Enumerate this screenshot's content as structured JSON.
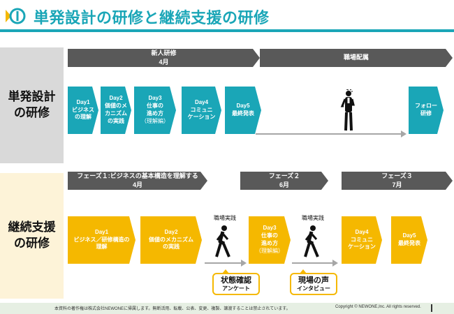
{
  "title": "単発設計の研修と継続支援の研修",
  "section1": {
    "label_line1": "単発設計",
    "label_line2": "の研修",
    "bar_new_line1": "新人研修",
    "bar_new_line2": "4月",
    "bar_field": "職場配属",
    "days": [
      {
        "line1": "Day1",
        "line2": "ビジネス",
        "line3": "の理解"
      },
      {
        "line1": "Day2",
        "line2": "価値のメ",
        "line3": "カニズム",
        "line4": "の実践"
      },
      {
        "line1": "Day3",
        "line2": "仕事の",
        "line3": "進め方",
        "line4": "（理解編）"
      },
      {
        "line1": "Day4",
        "line2": "コミュニ",
        "line3": "ケーション"
      },
      {
        "line1": "Day5",
        "line2": "最終発表"
      }
    ],
    "follow_line1": "フォロー",
    "follow_line2": "研修"
  },
  "section2": {
    "label_line1": "継続支援",
    "label_line2": "の研修",
    "phase1_line1": "フェーズ１:ビジネスの基本構造を理解する",
    "phase1_line2": "4月",
    "phase2_line1": "フェーズ２",
    "phase2_line2": "6月",
    "phase3_line1": "フェーズ３",
    "phase3_line2": "7月",
    "days": [
      {
        "line1": "Day1",
        "line2": "ビジネス／研修構造の",
        "line3": "理解"
      },
      {
        "line1": "Day2",
        "line2": "価値のメカニズム",
        "line3": "の実践"
      },
      {
        "line1": "Day3",
        "line2": "仕事の",
        "line3": "進め方",
        "line4": "（理解編）"
      },
      {
        "line1": "Day4",
        "line2": "コミュニ",
        "line3": "ケーション"
      },
      {
        "line1": "Day5",
        "line2": "最終発表"
      }
    ],
    "field_practice": "職場実践",
    "callout1_big": "状態確認",
    "callout1_small": "アンケート",
    "callout2_big": "現場の声",
    "callout2_small": "インタビュー"
  },
  "footer": {
    "notice": "本資料の著作権は株式会社NEWONEに帰属します。無断活用、転載、公表、変更、複製、譲渡することは禁止されています。",
    "copyright": "Copyright © NEWONE,Inc.  All rights reserved."
  },
  "colors": {
    "teal": "#1aa6b7",
    "gold": "#f5b800",
    "dark_bar": "#595959",
    "arrow_grey": "#a6a6a6"
  }
}
